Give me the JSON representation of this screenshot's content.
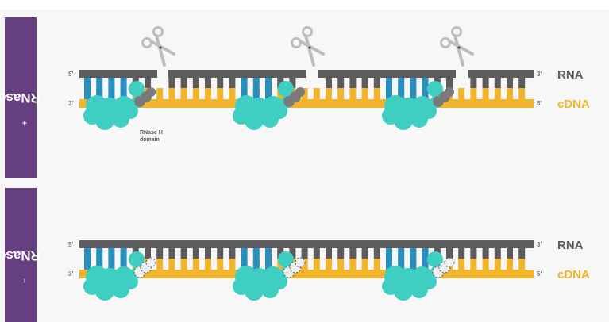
{
  "panels": [
    {
      "id": "rnase-h-plus",
      "label": "RNase H",
      "label_sup": "+",
      "rna_label": "RNA",
      "cdna_label": "cDNA",
      "rna_5prime": "5'",
      "rna_3prime": "3'",
      "cdna_3prime": "3'",
      "cdna_5prime": "5'",
      "domain_label_line1": "RNase H",
      "domain_label_line2": "domain",
      "rna_cleaved": true,
      "enzyme_count": 3,
      "rnase_h_domain_active": true
    },
    {
      "id": "rnase-h-minus",
      "label": "RNase H",
      "label_sup": "−",
      "rna_label": "RNA",
      "cdna_label": "cDNA",
      "rna_5prime": "5'",
      "rna_3prime": "3'",
      "cdna_3prime": "3'",
      "cdna_5prime": "5'",
      "rna_cleaved": false,
      "enzyme_count": 3,
      "rnase_h_domain_active": false
    }
  ],
  "colors": {
    "panel_label_bg": "#663f80",
    "rna": "#5c5c5c",
    "cdna": "#f2b42a",
    "hybrid_rung": "#2a8fbd",
    "enzyme": "#3ecfc2",
    "rnase_h_domain_active": "#7a7a7a",
    "rnase_h_domain_inactive": "#eeeeee",
    "scissors": "#bdbdbd",
    "rna_text": "#5c5c5c",
    "cdna_text": "#f2b42a"
  },
  "icons": {
    "cleavage": "scissors-icon"
  }
}
